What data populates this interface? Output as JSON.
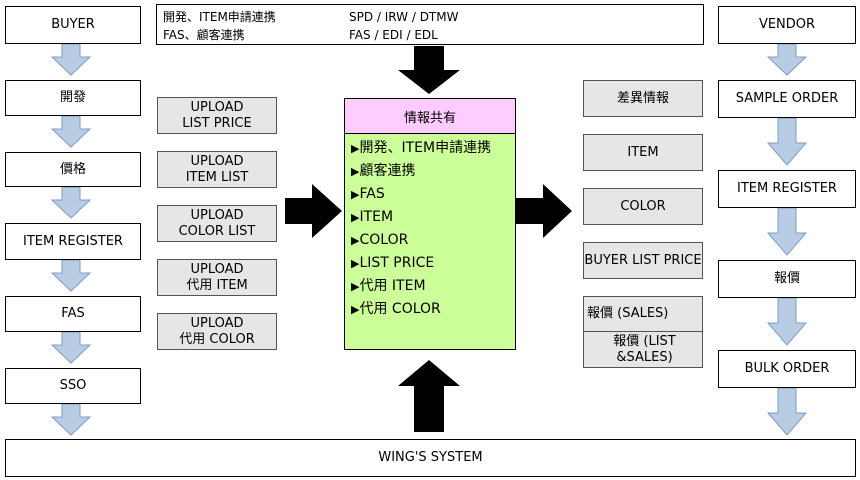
{
  "header": {
    "line1_left": "開発、ITEM申請連携",
    "line1_right": "SPD / IRW / DTMW",
    "line2_left": "FAS、顧客連携",
    "line2_right": "FAS / EDI / EDL"
  },
  "buyer_column": [
    "BUYER",
    "開發",
    "價格",
    "ITEM REGISTER",
    "FAS",
    "SSO"
  ],
  "uploads": [
    [
      "UPLOAD",
      "LIST PRICE"
    ],
    [
      "UPLOAD",
      "ITEM LIST"
    ],
    [
      "UPLOAD",
      "COLOR LIST"
    ],
    [
      "UPLOAD",
      "代用 ITEM"
    ],
    [
      "UPLOAD",
      "代用 COLOR"
    ]
  ],
  "center": {
    "title": "情報共有",
    "bullet": "▶",
    "items": [
      "開発、ITEM申請連携",
      "顧客連携",
      "FAS",
      "ITEM",
      "COLOR",
      "LIST PRICE",
      "代用 ITEM",
      "代用 COLOR"
    ]
  },
  "outputs": [
    "差異情報",
    "ITEM",
    "COLOR",
    "BUYER LIST PRICE",
    "報價 (SALES)",
    "報價 (LIST &SALES)"
  ],
  "vendor_column": [
    "VENDOR",
    "SAMPLE ORDER",
    "ITEM REGISTER",
    "報價",
    "BULK ORDER"
  ],
  "footer": "WING'S SYSTEM",
  "colors": {
    "flow_arrow": "#b8cce4",
    "flow_arrow_border": "#7f9dc4",
    "center_title_bg": "#ffccff",
    "center_body_bg": "#ccff99",
    "panel_gray": "#e6e6e6",
    "block_arrow": "#000000"
  }
}
